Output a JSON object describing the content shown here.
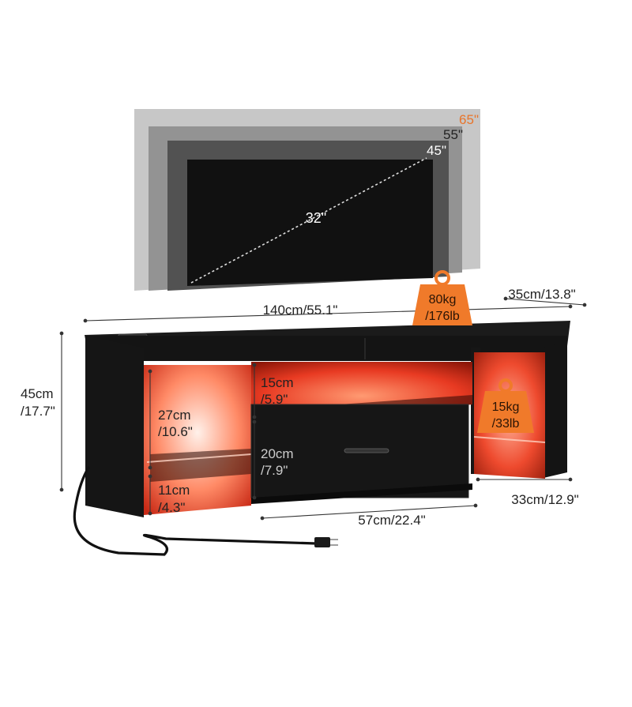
{
  "screens": {
    "sizes": [
      "65\"",
      "55\"",
      "45\"",
      "32\""
    ],
    "accent_color": "#e8742a"
  },
  "dimensions": {
    "width": "140cm/55.1\"",
    "depth": "35cm/13.8\"",
    "height_cm": "45cm",
    "height_in": "/17.7\"",
    "shelf_height_cm": "27cm",
    "shelf_height_in": "/10.6\"",
    "leg_height_cm": "11cm",
    "leg_height_in": "/4.3\"",
    "cubby_height_cm": "15cm",
    "cubby_height_in": "/5.9\"",
    "drawer_height_cm": "20cm",
    "drawer_height_in": "/7.9\"",
    "drawer_width": "57cm/22.4\"",
    "drawer_depth": "33cm/12.9\""
  },
  "loads": {
    "top_kg": "80kg",
    "top_lb": "/176lb",
    "shelf_kg": "15kg",
    "shelf_lb": "/33lb",
    "badge_color": "#f07a2a"
  },
  "colors": {
    "cabinet": "#141414",
    "led_glow": "#ff4a2a"
  }
}
